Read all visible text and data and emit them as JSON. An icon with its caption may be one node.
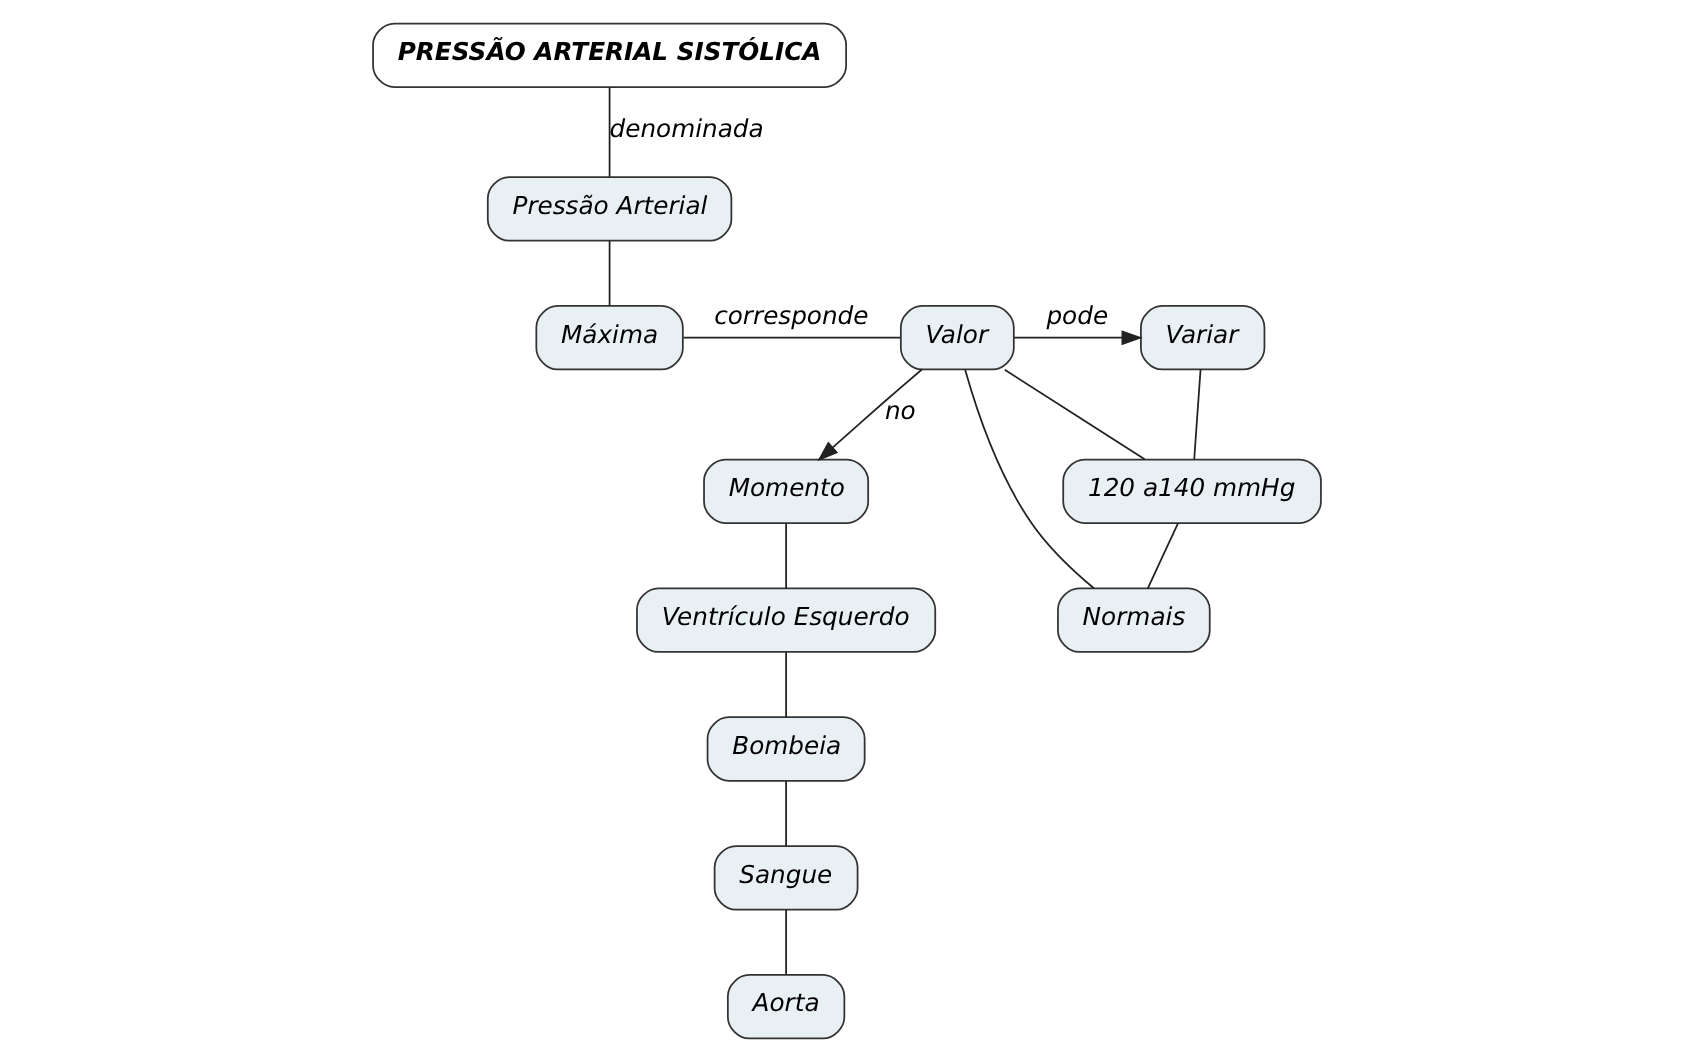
{
  "diagram": {
    "nodes": [
      {
        "text": [
          "PRESSÃO ARTERIAL SISTÓLICA"
        ]
      },
      {
        "text": [
          "Pressão Arterial"
        ]
      },
      {
        "text": [
          "Máxima"
        ]
      },
      {
        "text": [
          "Valor"
        ]
      },
      {
        "text": [
          "Variar"
        ]
      },
      {
        "text": [
          "120 a140 mmHg"
        ]
      },
      {
        "text": [
          "Momento"
        ]
      },
      {
        "text": [
          "Ventrículo Esquerdo"
        ]
      },
      {
        "text": [
          "Bombeia"
        ]
      },
      {
        "text": [
          "Sangue"
        ]
      },
      {
        "text": [
          "Aorta"
        ]
      },
      {
        "text": [
          "Normais"
        ]
      }
    ],
    "edges": [
      {
        "from": 0,
        "to": 1,
        "arrow": "none",
        "label": "denominada"
      },
      {
        "from": 1,
        "to": 2,
        "arrow": "none"
      },
      {
        "from": 2,
        "to": 3,
        "arrow": "none",
        "label": "corresponde"
      },
      {
        "from": 3,
        "to": 4,
        "arrow": "to",
        "label": "pode"
      },
      {
        "from": 3,
        "to": 6,
        "arrow": "to",
        "label": "no"
      },
      {
        "from": 3,
        "to": 5,
        "arrow": "none"
      },
      {
        "from": 3,
        "to": 11,
        "arrow": "none"
      },
      {
        "from": 4,
        "to": 5,
        "arrow": "none"
      },
      {
        "from": 5,
        "to": 11,
        "arrow": "none"
      },
      {
        "from": 6,
        "to": 7,
        "arrow": "none"
      },
      {
        "from": 7,
        "to": 8,
        "arrow": "none"
      },
      {
        "from": 8,
        "to": 9,
        "arrow": "none"
      },
      {
        "from": 9,
        "to": 10,
        "arrow": "none"
      }
    ]
  }
}
